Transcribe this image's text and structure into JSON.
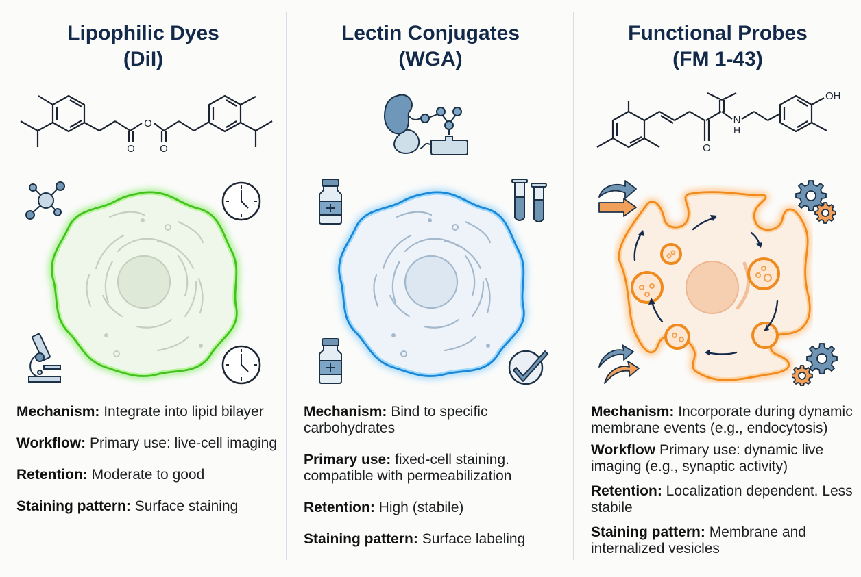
{
  "columns": [
    {
      "id": "dil",
      "title_line1": "Lipophilic Dyes",
      "title_line2": "(DiI)",
      "accent_color": "#4cd12a",
      "structure_icon": "dil-chemical-structure",
      "corner_icons": [
        "molecule-icon",
        "clock-icon",
        "microscope-icon",
        "clock-icon"
      ],
      "properties": [
        {
          "label": "Mechanism:",
          "value": "Integrate into lipid bilayer"
        },
        {
          "label": "Workflow:",
          "value": "Primary use: live-cell imaging"
        },
        {
          "label": "Retention:",
          "value": "Moderate to good"
        },
        {
          "label": "Staining pattern:",
          "value": "Surface staining"
        }
      ]
    },
    {
      "id": "wga",
      "title_line1": "Lectin Conjugates",
      "title_line2": "(WGA)",
      "accent_color": "#1a86d6",
      "structure_icon": "lectin-glycan-binding",
      "corner_icons": [
        "vial-icon",
        "test-tubes-icon",
        "vial-icon",
        "check-circle-icon"
      ],
      "properties": [
        {
          "label": "Mechanism:",
          "value": "Bind to specific carbohydrates"
        },
        {
          "label": "Primary use:",
          "value": "fixed-cell staining. compatible with permeabilization"
        },
        {
          "label": "Retention:",
          "value": "High (stabile)"
        },
        {
          "label": "Staining pattern:",
          "value": "Surface labeling"
        }
      ]
    },
    {
      "id": "fm143",
      "title_line1": "Functional Probes",
      "title_line2": "(FM 1-43)",
      "accent_color": "#f08a1c",
      "structure_icon": "fm143-chemical-structure",
      "structure_label_oh": "OH",
      "structure_label_o": "O",
      "structure_label_n": "N",
      "structure_label_h": "H",
      "corner_icons": [
        "arrows-icon",
        "gears-icon",
        "arrows-icon",
        "gears-icon"
      ],
      "properties": [
        {
          "label": "Mechanism:",
          "value": "Incorporate during dynamic membrane events (e.g., endocytosis)"
        },
        {
          "label": "Workflow",
          "value": "Primary use: dynamic live imaging (e.g., synaptic activity)"
        },
        {
          "label": "Retention:",
          "value": "Localization dependent. Less stabile"
        },
        {
          "label": "Staining pattern:",
          "value": "Membrane and internalized vesicles"
        }
      ]
    }
  ],
  "structure_atoms": {
    "oxygen": "O"
  }
}
